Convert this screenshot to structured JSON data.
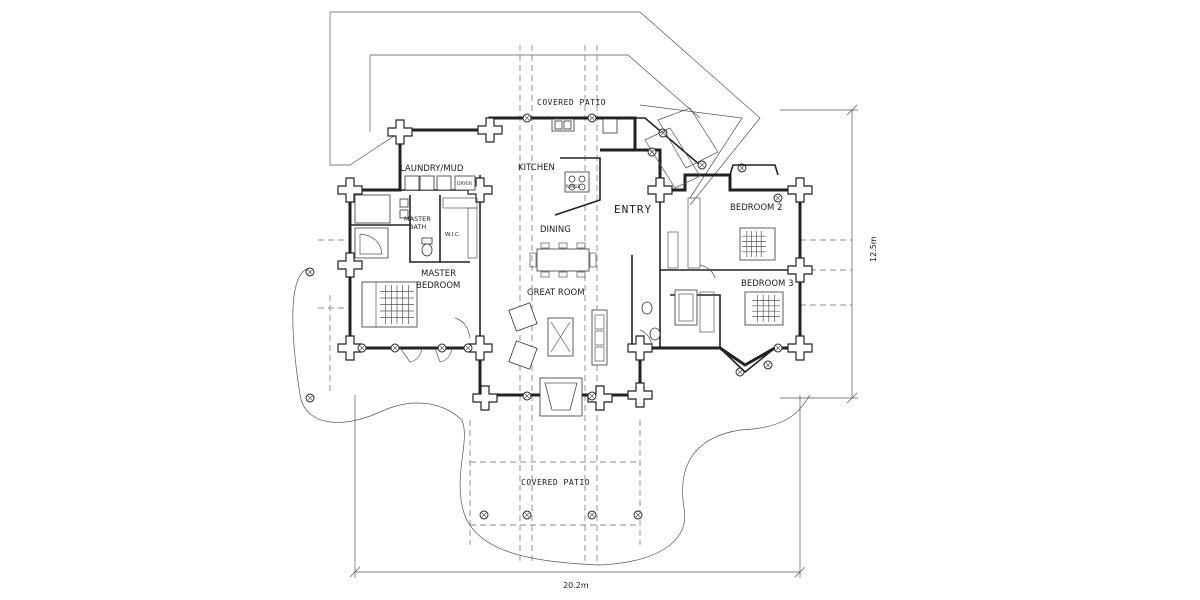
{
  "rooms": {
    "covered_patio_top": "COVERED PATIO",
    "covered_patio_bottom": "COVERED PATIO",
    "laundry": "LAUNDRY/MUD",
    "kitchen": "KITCHEN",
    "entry": "ENTRY",
    "bedroom2": "BEDROOM 2",
    "bedroom3": "BEDROOM 3",
    "master_bath_line1": "MASTER",
    "master_bath_line2": "BATH",
    "wic": "W.I.C.",
    "dining": "DINING",
    "master_bedroom_line1": "MASTER",
    "master_bedroom_line2": "BEDROOM",
    "great_room": "GREAT ROOM"
  },
  "appliances": {
    "range": "RANGE",
    "dryer": "DRYER"
  },
  "dimensions": {
    "width": "20.2m",
    "depth": "12.5m"
  }
}
